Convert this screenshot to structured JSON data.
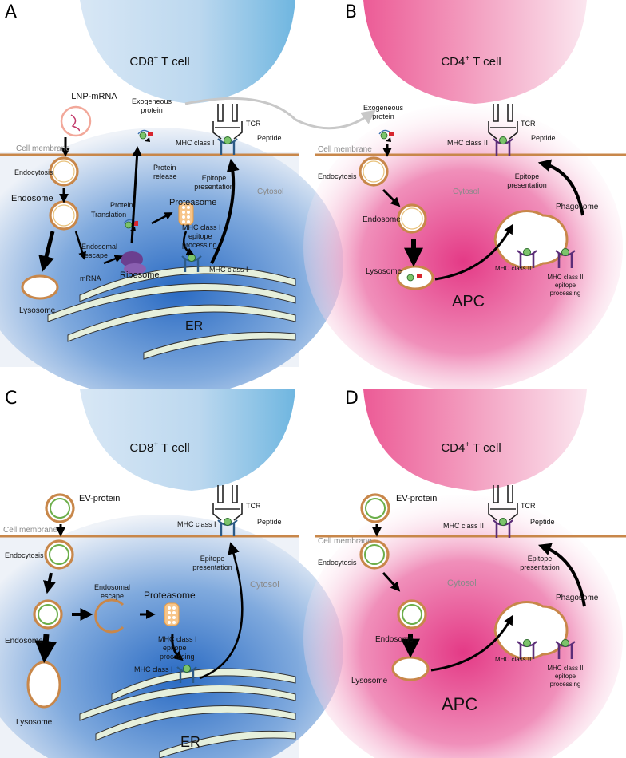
{
  "panels": {
    "a": {
      "letter": "A",
      "tcell_prefix": "CD8",
      "tcell_sup": "+",
      "tcell_suffix": " T cell",
      "lnp": "LNP-mRNA",
      "exo1": "Exogeneous",
      "exo2": "protein",
      "tcr": "TCR",
      "mhc": "MHC class I",
      "peptide": "Peptide",
      "membrane": "Cell membrane",
      "endocytosis": "Endocytosis",
      "endosome": "Endosome",
      "translation": "Translation",
      "protein": "Protein",
      "release1": "Protein",
      "release2": "release",
      "proteasome": "Proteasome",
      "ep1": "Epitope",
      "ep2": "presentation",
      "cytosol": "Cytosol",
      "escape1": "Endosomal",
      "escape2": "escape",
      "mrna": "mRNA",
      "ribosome": "Ribosome",
      "proc1": "MHC class I",
      "proc2": "epitope",
      "proc3": "processing",
      "mhc_er": "MHC class I",
      "lysosome": "Lysosome",
      "er": "ER"
    },
    "b": {
      "letter": "B",
      "tcell_prefix": "CD4",
      "tcell_sup": "+",
      "tcell_suffix": " T cell",
      "exo1": "Exogeneous",
      "exo2": "protein",
      "tcr": "TCR",
      "mhc": "MHC class II",
      "peptide": "Peptide",
      "membrane": "Cell membrane",
      "endocytosis": "Endocytosis",
      "ep1": "Epitope",
      "ep2": "presentation",
      "cytosol": "Cytosol",
      "endosome": "Endosome",
      "phagosome": "Phagosome",
      "lysosome": "Lysosome",
      "mhc2": "MHC class II",
      "proc1": "MHC class II",
      "proc2": "epitope",
      "proc3": "processing",
      "apc": "APC"
    },
    "c": {
      "letter": "C",
      "tcell_prefix": "CD8",
      "tcell_sup": "+",
      "tcell_suffix": " T cell",
      "ev": "EV-protein",
      "tcr": "TCR",
      "mhc": "MHC class I",
      "peptide": "Peptide",
      "membrane": "Cell membrane",
      "endocytosis": "Endocytosis",
      "ep1": "Epitope",
      "ep2": "presentation",
      "escape1": "Endosomal",
      "escape2": "escape",
      "proteasome": "Proteasome",
      "cytosol": "Cytosol",
      "endosome": "Endosome",
      "proc1": "MHC class I",
      "proc2": "epitope",
      "proc3": "processing",
      "mhc_er": "MHC class I",
      "lysosome": "Lysosome",
      "er": "ER"
    },
    "d": {
      "letter": "D",
      "tcell_prefix": "CD4",
      "tcell_sup": "+",
      "tcell_suffix": " T cell",
      "ev": "EV-protein",
      "tcr": "TCR",
      "mhc": "MHC class II",
      "peptide": "Peptide",
      "membrane": "Cell membrane",
      "endocytosis": "Endocytosis",
      "ep1": "Epitope",
      "ep2": "presentation",
      "cytosol": "Cytosol",
      "endosome": "Endosome",
      "phagosome": "Phagosome",
      "lysosome": "Lysosome",
      "mhc2": "MHC class II",
      "proc1": "MHC class II",
      "proc2": "epitope",
      "proc3": "processing",
      "apc": "APC"
    }
  },
  "colors": {
    "cd8": "#6fb6e0",
    "cd4": "#ec5b96",
    "cytosol_blue": "#2e6fc4",
    "apc_pink": "#e9398a",
    "membrane": "#c8874a",
    "er_fill": "#d9ead0",
    "arrow": "#000000"
  }
}
